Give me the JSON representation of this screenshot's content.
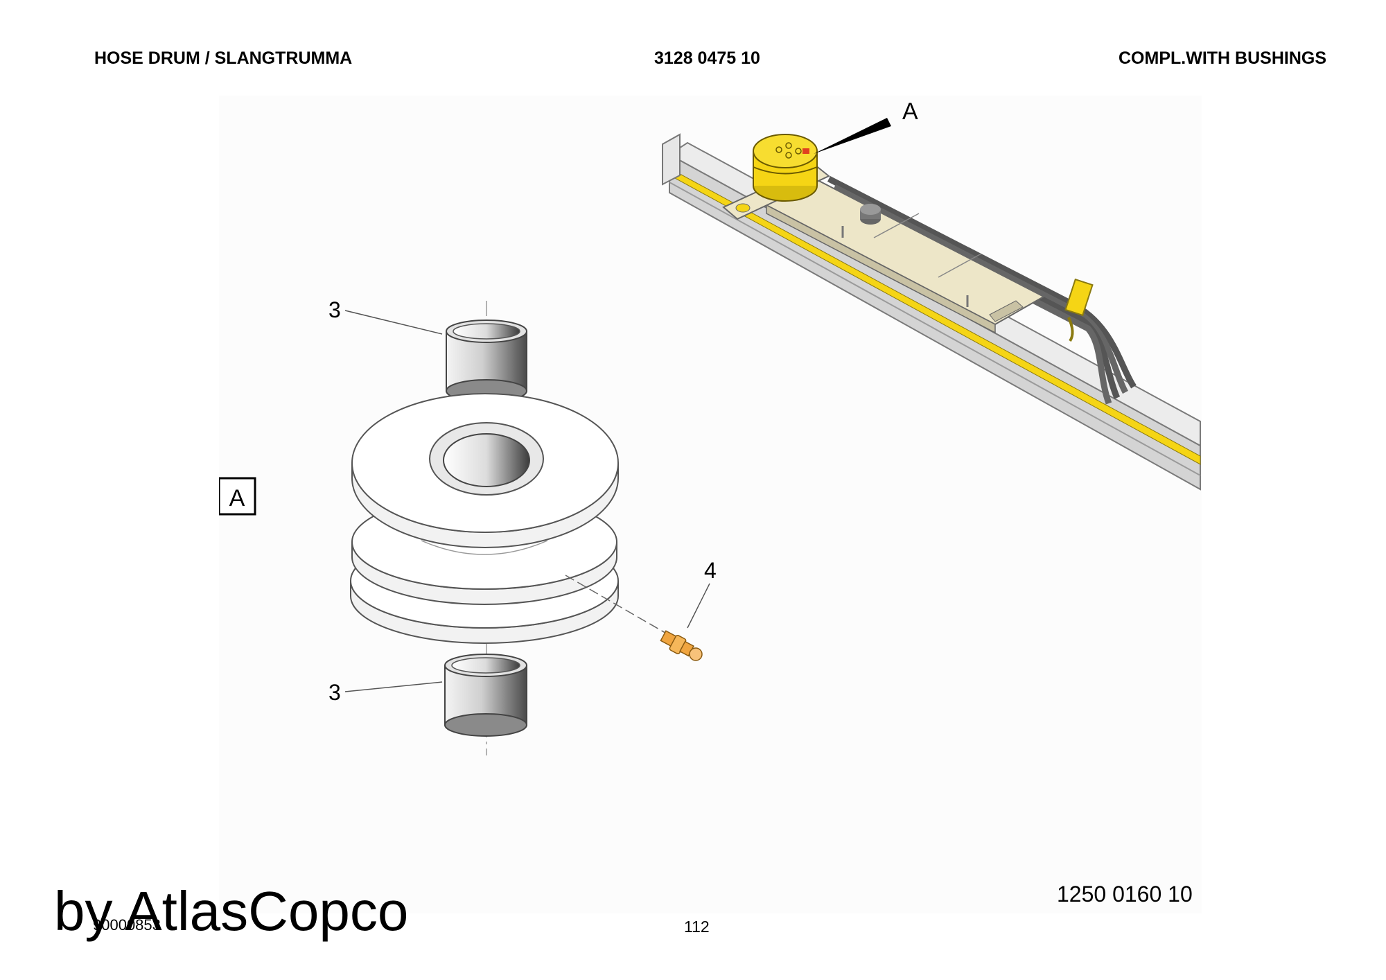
{
  "header": {
    "title": "HOSE DRUM / SLANGTRUMMA",
    "part_number": "3128 0475 10",
    "description": "COMPL.WITH BUSHINGS"
  },
  "figure": {
    "view_label": "A",
    "callouts": {
      "bushing_top": "3",
      "bushing_bottom": "3",
      "grease_nipple": "4",
      "view_pointer": "A"
    },
    "reference_number": "1250 0160 10"
  },
  "footer": {
    "brand": "by AtlasCopco",
    "doc_number": "90000853",
    "page_number": "112"
  },
  "colors": {
    "yellow": "#f5d515",
    "orange": "#f0a540",
    "rail_grey": "#d4d4d4",
    "hose_grey": "#555555",
    "plate_beige": "#ede6c8"
  }
}
